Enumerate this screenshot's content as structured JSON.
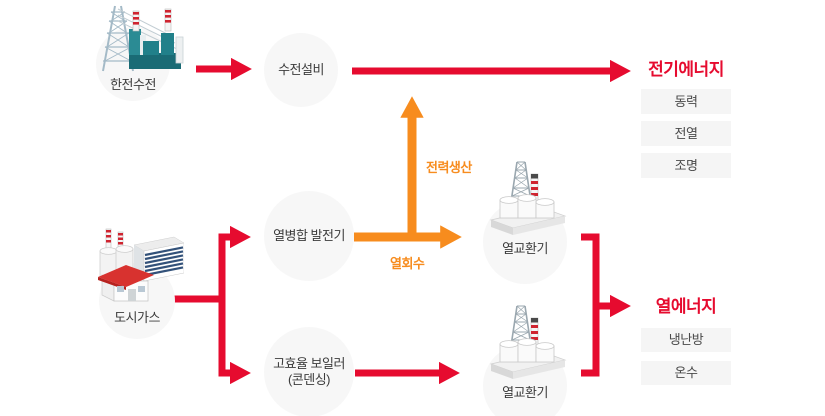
{
  "diagram": {
    "nodes": {
      "kepco": {
        "label": "한전수전"
      },
      "substation": {
        "label": "수전설비"
      },
      "city_gas": {
        "label": "도시가스"
      },
      "chp_generator": {
        "label": "열병합 발전기"
      },
      "boiler": {
        "line1": "고효율 보일러",
        "line2": "(콘덴싱)"
      },
      "heat_exchanger_top": {
        "label": "열교환기"
      },
      "heat_exchanger_bottom": {
        "label": "열교환기"
      }
    },
    "flow_labels": {
      "power_production": "전력생산",
      "heat_recovery": "열회수"
    },
    "outputs": {
      "electric": {
        "title": "전기에너지",
        "items": [
          "동력",
          "전열",
          "조명"
        ]
      },
      "heat": {
        "title": "열에너지",
        "items": [
          "냉난방",
          "온수"
        ]
      }
    },
    "icons": {
      "kepco": "power-plant-with-transmission-tower-icon",
      "city_gas": "city-gas-buildings-icon",
      "heat_exchanger": "heat-exchanger-plant-icon"
    },
    "colors": {
      "red": "#e60b2f",
      "orange": "#f78c1e",
      "node_background": "#f7f7f7",
      "box_background": "#f5f5f5"
    }
  }
}
